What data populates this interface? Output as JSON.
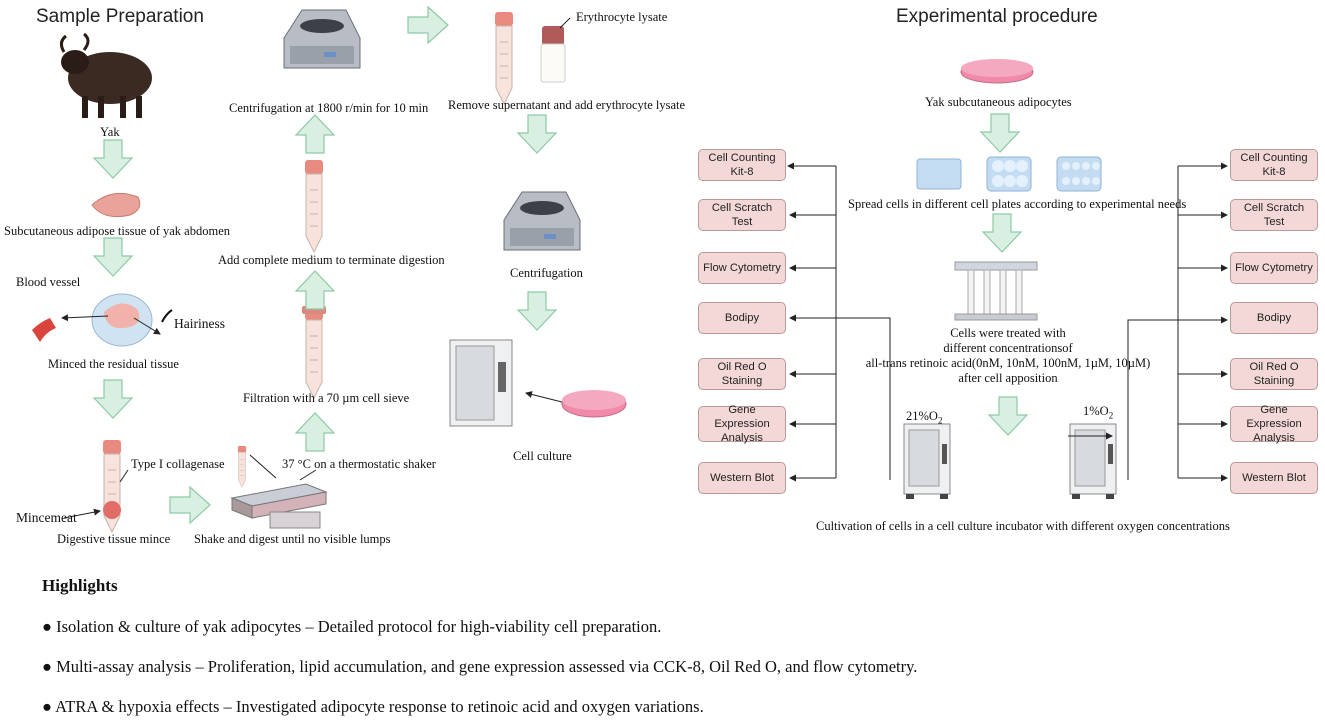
{
  "left": {
    "title": "Sample Preparation",
    "yak": "Yak",
    "tissue": "Subcutaneous adipose tissue of yak abdomen",
    "blood_vessel": "Blood vessel",
    "hairiness": "Hairiness",
    "minced": "Minced the residual tissue",
    "collagenase": "Type I collagenase",
    "mincemeat": "Mincemeat",
    "digestive": "Digestive tissue mince",
    "shake": "Shake and digest until no visible lumps",
    "shaker": "37 °C on a thermostatic shaker",
    "filtration": "Filtration with a 70 µm cell sieve",
    "medium": "Add complete medium to terminate digestion",
    "centrifugation1": "Centrifugation at 1800 r/min for 10 min",
    "erythrocyte": "Erythrocyte lysate",
    "remove": "Remove supernatant and add erythrocyte lysate",
    "centrifugation2": "Centrifugation",
    "culture": "Cell culture"
  },
  "right": {
    "title": "Experimental procedure",
    "adipocytes": "Yak subcutaneous adipocytes",
    "spread": "Spread cells in different cell plates according to experimental needs",
    "treated": [
      "Cells were treated with",
      "different concentrationsof",
      "all-trans retinoic acid(0nM, 10nM, 100nM, 1µM, 10µM)",
      "after cell apposition"
    ],
    "o21_main": "21%O",
    "o21_sub": "2",
    "o1_main": "1%O",
    "o1_sub": "2",
    "cultivation": "Cultivation of cells in a cell culture incubator with different oxygen concentrations",
    "assays_left": [
      "Cell Counting Kit-8",
      "Cell Scratch Test",
      "Flow Cytometry",
      "Bodipy",
      "Oil Red O Staining",
      "Gene Expression Analysis",
      "Western Blot"
    ],
    "assays_right": [
      "Cell Counting Kit-8",
      "Cell Scratch Test",
      "Flow Cytometry",
      "Bodipy",
      "Oil Red O Staining",
      "Gene Expression Analysis",
      "Western Blot"
    ]
  },
  "highlights": {
    "title": "Highlights",
    "items": [
      "● Isolation & culture of yak adipocytes – Detailed protocol for high-viability cell preparation.",
      "● Multi-assay analysis – Proliferation, lipid accumulation, and gene expression assessed via CCK-8, Oil Red O, and flow cytometry.",
      "● ATRA & hypoxia effects – Investigated adipocyte response to retinoic acid and oxygen variations."
    ]
  },
  "colors": {
    "arrow_fill": "#d8efe2",
    "arrow_stroke": "#8ec9a6",
    "assay_fill": "#f4d8d8",
    "pink": "#f08aa8"
  }
}
